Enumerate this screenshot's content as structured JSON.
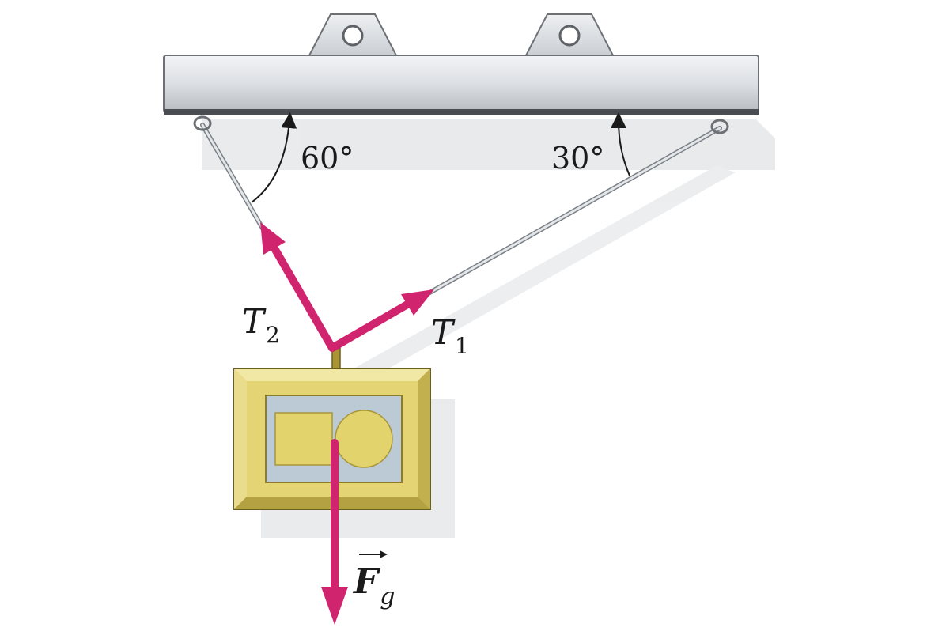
{
  "diagram": {
    "angles": {
      "left": "60°",
      "right": "30°"
    },
    "labels": {
      "t2": {
        "symbol": "T",
        "subscript": "2"
      },
      "t1": {
        "symbol": "T",
        "subscript": "1"
      },
      "fg": {
        "symbol": "F",
        "subscript": "g"
      }
    },
    "colors": {
      "force_arrow": "#d1246e",
      "beam": "#d8dbde",
      "frame_gold": "#d6c565",
      "canvas_panel": "#b9c6d2",
      "cable": "#c8ccd0"
    }
  }
}
